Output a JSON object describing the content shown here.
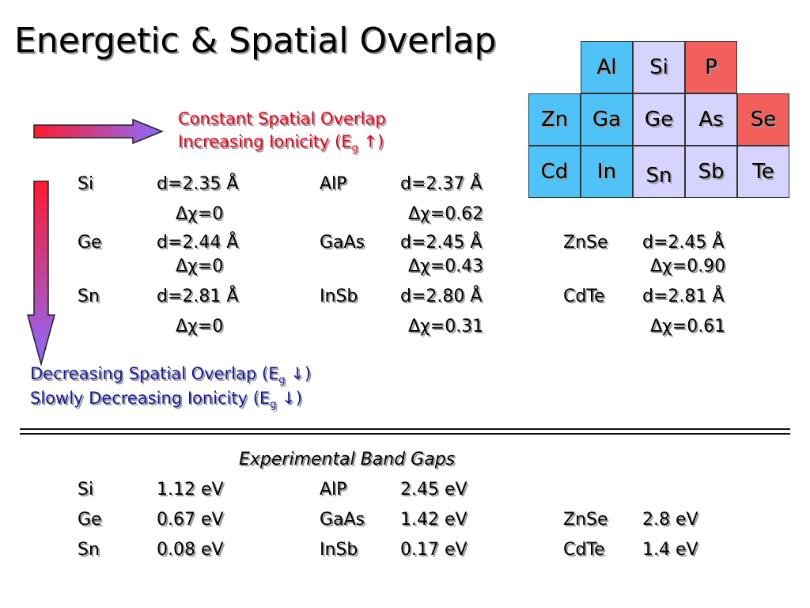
{
  "title": "Energetic & Spatial Overlap",
  "periodic_table": {
    "top": [
      {
        "el": "Al",
        "color": "#4fc3f7"
      },
      {
        "el": "Si",
        "color": "#d6d3ff"
      },
      {
        "el": "P",
        "color": "#f25f5c"
      }
    ],
    "middle": [
      {
        "el": "Zn",
        "color": "#4fc3f7"
      },
      {
        "el": "Ga",
        "color": "#4fc3f7"
      },
      {
        "el": "Ge",
        "color": "#d6d3ff"
      },
      {
        "el": "As",
        "color": "#d6d3ff"
      },
      {
        "el": "Se",
        "color": "#f25f5c"
      }
    ],
    "bottom": [
      {
        "el": "Cd",
        "color": "#4fc3f7"
      },
      {
        "el": "In",
        "color": "#4fc3f7"
      },
      {
        "el": "Sn",
        "color": "#d6d3ff"
      },
      {
        "el": "Sb",
        "color": "#d6d3ff"
      },
      {
        "el": "Te",
        "color": "#d6d3ff"
      }
    ]
  },
  "horizontal_note": {
    "line1": "Constant Spatial Overlap",
    "line2_prefix": "Increasing Ionicity (E",
    "line2_sub": "g",
    "line2_suffix": " ↑)"
  },
  "vertical_note": {
    "line1_prefix": "Decreasing Spatial Overlap (E",
    "line1_sub": "g",
    "line1_suffix": " ↓)",
    "line2_prefix": "Slowly Decreasing Ionicity (E",
    "line2_sub": "g",
    "line2_suffix": " ↓)"
  },
  "materials": [
    {
      "name": "Si",
      "d": "d=2.35 Å",
      "dchi": "Δχ=0"
    },
    {
      "name": "AlP",
      "d": "d=2.37 Å",
      "dchi": "Δχ=0.62"
    },
    {
      "name": "Ge",
      "d": "d=2.44 Å",
      "dchi": "Δχ=0"
    },
    {
      "name": "GaAs",
      "d": "d=2.45 Å",
      "dchi": "Δχ=0.43"
    },
    {
      "name": "ZnSe",
      "d": "d=2.45 Å",
      "dchi": "Δχ=0.90"
    },
    {
      "name": "Sn",
      "d": "d=2.81 Å",
      "dchi": "Δχ=0"
    },
    {
      "name": "InSb",
      "d": "d=2.80 Å",
      "dchi": "Δχ=0.31"
    },
    {
      "name": "CdTe",
      "d": "d=2.81 Å",
      "dchi": "Δχ=0.61"
    }
  ],
  "band_gaps": {
    "title": "Experimental Band Gaps",
    "rows": [
      [
        {
          "name": "Si",
          "val": "1.12 eV"
        },
        {
          "name": "AlP",
          "val": "2.45 eV"
        }
      ],
      [
        {
          "name": "Ge",
          "val": "0.67 eV"
        },
        {
          "name": "GaAs",
          "val": "1.42 eV"
        },
        {
          "name": "ZnSe",
          "val": "2.8 eV"
        }
      ],
      [
        {
          "name": "Sn",
          "val": "0.08 eV"
        },
        {
          "name": "InSb",
          "val": "0.17 eV"
        },
        {
          "name": "CdTe",
          "val": "1.4 eV"
        }
      ]
    ]
  }
}
